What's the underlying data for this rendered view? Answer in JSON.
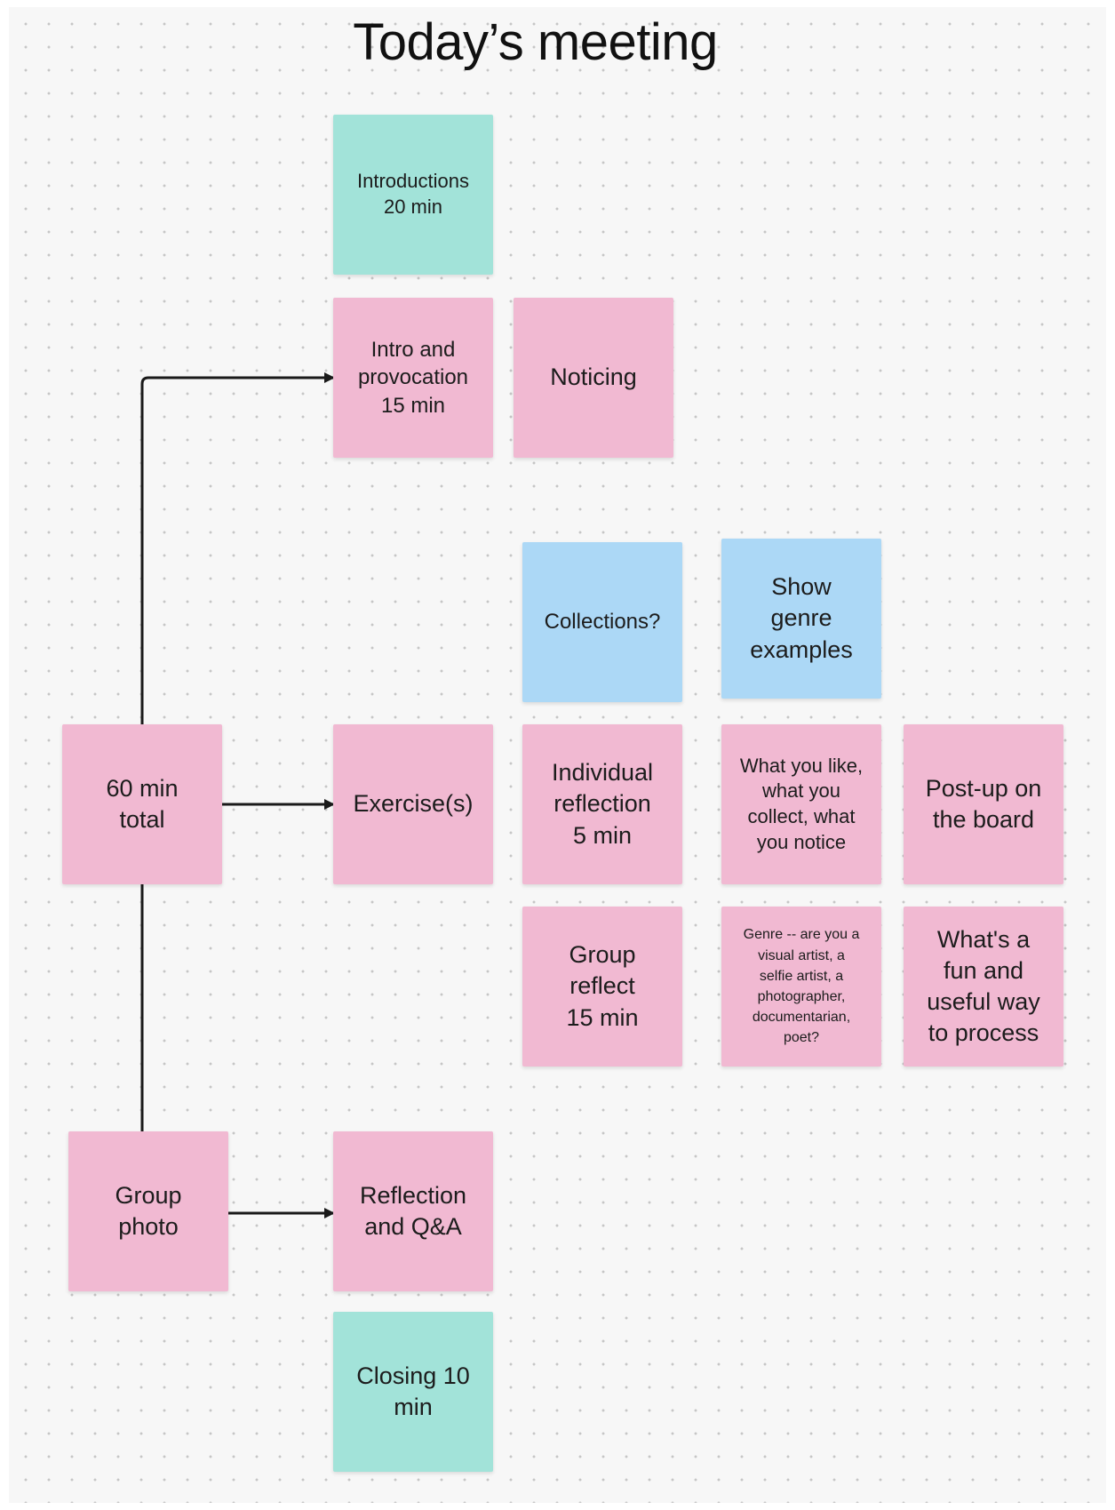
{
  "title": "Today’s meeting",
  "colors": {
    "pink": "#f1b9d2",
    "teal": "#a2e3d9",
    "blue": "#acd8f6",
    "line": "#1a1a1a"
  },
  "notes": {
    "introductions": "Introductions\n20 min",
    "intro_provocation": "Intro and\nprovocation\n15 min",
    "noticing": "Noticing",
    "collections": "Collections?",
    "show_genre": "Show\ngenre\nexamples",
    "total": "60 min\ntotal",
    "exercises": "Exercise(s)",
    "individual_reflection": "Individual\nreflection\n5 min",
    "what_you_like": "What you like,\nwhat you\ncollect, what\nyou notice",
    "post_up": "Post-up on\nthe board",
    "group_reflect": "Group\nreflect\n15 min",
    "genre_question": "Genre -- are you a\nvisual artist, a\nselfie artist, a\nphotographer,\ndocumentarian,\npoet?",
    "fun_useful": "What's a\nfun and\nuseful way\nto process",
    "group_photo": "Group\nphoto",
    "reflection_qa": "Reflection\nand Q&A",
    "closing": "Closing 10\nmin"
  }
}
